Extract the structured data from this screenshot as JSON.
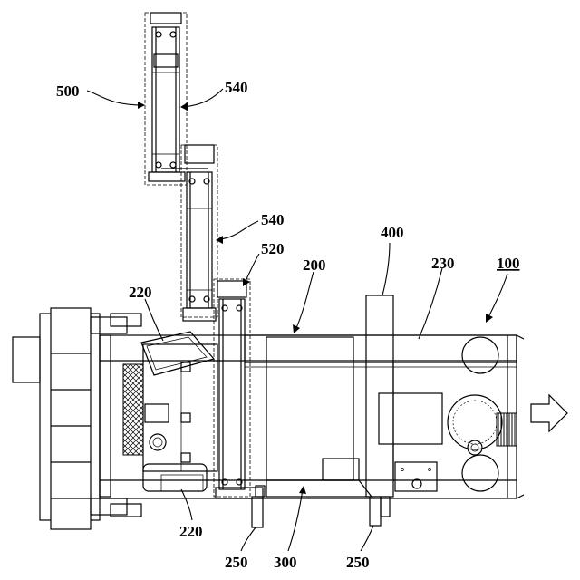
{
  "labels": {
    "r500": "500",
    "r540a": "540",
    "r540b": "540",
    "r520": "520",
    "r200": "200",
    "r400": "400",
    "r230": "230",
    "r100": "100",
    "r220a": "220",
    "r220b": "220",
    "r250a": "250",
    "r300": "300",
    "r250b": "250"
  }
}
